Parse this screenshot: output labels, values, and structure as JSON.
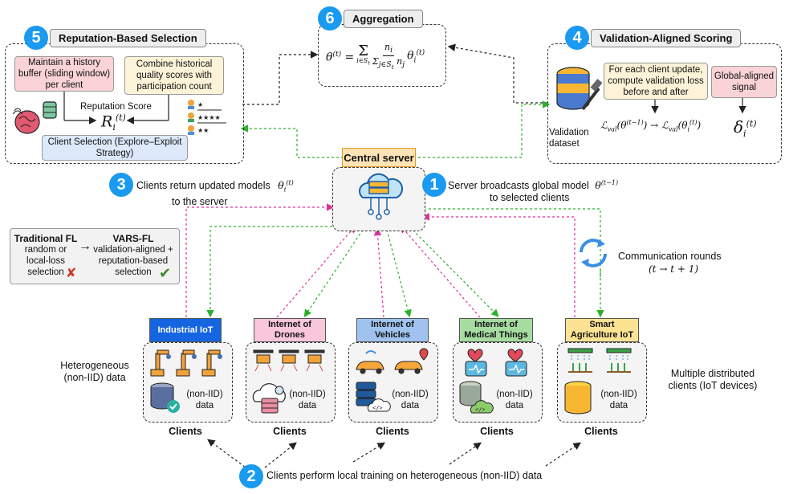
{
  "steps": {
    "s1": {
      "num": "1",
      "text": "Server broadcasts global model",
      "math": "θ(t−1)",
      "text2": "to selected clients"
    },
    "s2": {
      "num": "2",
      "text": "Clients perform local training on heterogeneous (non-IID) data"
    },
    "s3": {
      "num": "3",
      "text": "Clients return updated models",
      "math": "θi(t)",
      "text2": "to the server"
    },
    "s4": {
      "num": "4",
      "title": "Validation-Aligned Scoring"
    },
    "s5": {
      "num": "5",
      "title": "Reputation-Based Selection"
    },
    "s6": {
      "num": "6",
      "title": "Aggregation"
    }
  },
  "reputation": {
    "history_note": "Maintain a history buffer (sliding window) per client",
    "combine_note": "Combine historical quality scores with participation count",
    "score_label": "Reputation Score",
    "score_symbol": "Ri(t)",
    "selection_note": "Client Selection (Explore–Exploit Strategy)"
  },
  "aggregation": {
    "formula": "θ(t) = Σi∈St ni / Σj∈St nj θi(t)"
  },
  "validation": {
    "dataset_label": "Validation dataset",
    "loss_note": "For each client update, compute validation loss before and after",
    "signal_note": "Global-aligned signal",
    "loss_formula": "ℒval(θ(t−1)) → ℒval(θi(t))",
    "signal_symbol": "δi(t)"
  },
  "server": {
    "label": "Central server"
  },
  "comparison": {
    "traditional_title": "Traditional FL",
    "traditional_desc": "random or local-loss selection",
    "vars_title": "VARS-FL",
    "vars_desc": "validation-aligned + reputation-based selection",
    "arrow": "→",
    "cross": "✘",
    "check": "✔"
  },
  "rounds": {
    "label": "Communication rounds",
    "formula": "(t → t + 1)"
  },
  "side_labels": {
    "left": "Heterogeneous (non-IID) data",
    "right": "Multiple distributed clients (IoT devices)"
  },
  "clients": [
    {
      "title": "Industrial IoT",
      "data": "(non-IID) data",
      "label": "Clients",
      "color": "#1565e0"
    },
    {
      "title": "Internet of Drones",
      "data": "(non-IID) data",
      "label": "Clients",
      "color": "#f9c6dc"
    },
    {
      "title": "Internet of Vehicles",
      "data": "(non-IID) data",
      "label": "Clients",
      "color": "#9fc3ee"
    },
    {
      "title": "Internet of Medical Things",
      "data": "(non-IID) data",
      "label": "Clients",
      "color": "#a6dca0"
    },
    {
      "title": "Smart Agriculture IoT",
      "data": "(non-IID) data",
      "label": "Clients",
      "color": "#fbe393"
    }
  ],
  "colors": {
    "green": "#2bb02b",
    "magenta": "#e0309a",
    "blue": "#1a9af0",
    "orange_note": "#fdf3d8",
    "pink_note": "#f9d3d6",
    "blue_note": "#dde9fb"
  }
}
